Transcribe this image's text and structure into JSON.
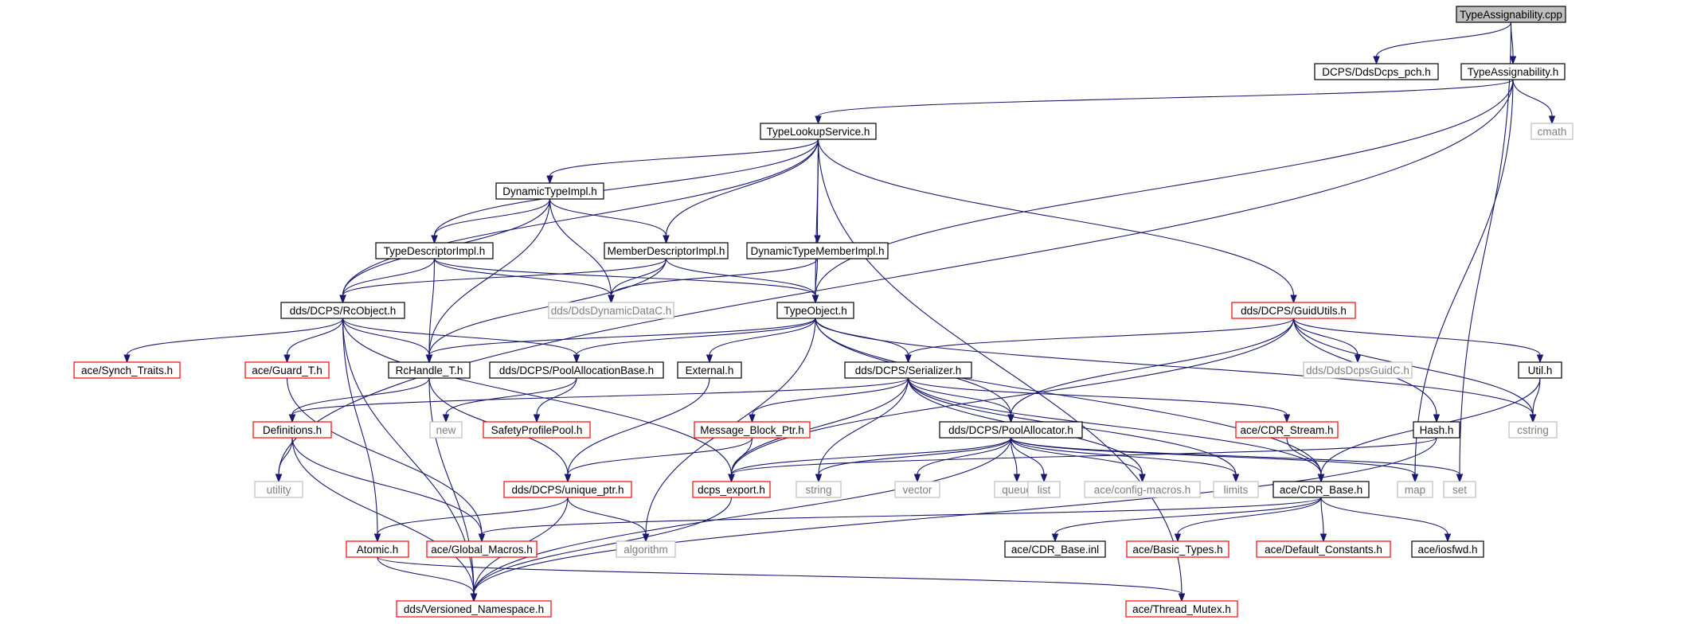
{
  "graph": {
    "title": "TypeAssignability.cpp",
    "colors": {
      "edge": "#191970",
      "root_fill": "#bfbfbf",
      "normal_border": "#000000",
      "truncated_border": "#ff0000",
      "external_border": "#bfbfbf",
      "external_text": "#7f7f7f"
    },
    "nodes": [
      {
        "id": "root",
        "label": "TypeAssignability.cpp",
        "kind": "root"
      },
      {
        "id": "ddsdcps_pch",
        "label": "DCPS/DdsDcps_pch.h",
        "kind": "normal"
      },
      {
        "id": "typeassign_h",
        "label": "TypeAssignability.h",
        "kind": "normal"
      },
      {
        "id": "typelookup",
        "label": "TypeLookupService.h",
        "kind": "normal"
      },
      {
        "id": "cmath",
        "label": "cmath",
        "kind": "external"
      },
      {
        "id": "dyntypeimpl",
        "label": "DynamicTypeImpl.h",
        "kind": "normal"
      },
      {
        "id": "typedescimpl",
        "label": "TypeDescriptorImpl.h",
        "kind": "normal"
      },
      {
        "id": "memberdescimpl",
        "label": "MemberDescriptorImpl.h",
        "kind": "normal"
      },
      {
        "id": "dyntypememberimpl",
        "label": "DynamicTypeMemberImpl.h",
        "kind": "normal"
      },
      {
        "id": "rcobject",
        "label": "dds/DCPS/RcObject.h",
        "kind": "normal"
      },
      {
        "id": "ddsdynamicdatac",
        "label": "dds/DdsDynamicDataC.h",
        "kind": "external"
      },
      {
        "id": "typeobject",
        "label": "TypeObject.h",
        "kind": "normal"
      },
      {
        "id": "guidutils",
        "label": "dds/DCPS/GuidUtils.h",
        "kind": "truncated"
      },
      {
        "id": "synchtraits",
        "label": "ace/Synch_Traits.h",
        "kind": "truncated"
      },
      {
        "id": "guardt",
        "label": "ace/Guard_T.h",
        "kind": "truncated"
      },
      {
        "id": "rchandle",
        "label": "RcHandle_T.h",
        "kind": "normal"
      },
      {
        "id": "poolallocbase",
        "label": "dds/DCPS/PoolAllocationBase.h",
        "kind": "normal"
      },
      {
        "id": "externalh",
        "label": "External.h",
        "kind": "normal"
      },
      {
        "id": "serializer",
        "label": "dds/DCPS/Serializer.h",
        "kind": "normal"
      },
      {
        "id": "ddsdcpsguidc",
        "label": "dds/DdsDcpsGuidC.h",
        "kind": "external"
      },
      {
        "id": "utilh",
        "label": "Util.h",
        "kind": "normal"
      },
      {
        "id": "definitions",
        "label": "Definitions.h",
        "kind": "truncated"
      },
      {
        "id": "newh",
        "label": "new",
        "kind": "external"
      },
      {
        "id": "safetyprofile",
        "label": "SafetyProfilePool.h",
        "kind": "truncated"
      },
      {
        "id": "msgblockptr",
        "label": "Message_Block_Ptr.h",
        "kind": "truncated"
      },
      {
        "id": "poolallocator",
        "label": "dds/DCPS/PoolAllocator.h",
        "kind": "normal"
      },
      {
        "id": "cdrstream",
        "label": "ace/CDR_Stream.h",
        "kind": "truncated"
      },
      {
        "id": "hashh",
        "label": "Hash.h",
        "kind": "normal"
      },
      {
        "id": "cstring",
        "label": "cstring",
        "kind": "external"
      },
      {
        "id": "utility",
        "label": "utility",
        "kind": "external"
      },
      {
        "id": "uniqueptr",
        "label": "dds/DCPS/unique_ptr.h",
        "kind": "truncated"
      },
      {
        "id": "dcpsexport",
        "label": "dcps_export.h",
        "kind": "truncated"
      },
      {
        "id": "stringh",
        "label": "string",
        "kind": "external"
      },
      {
        "id": "vectorh",
        "label": "vector",
        "kind": "external"
      },
      {
        "id": "queueh",
        "label": "queue",
        "kind": "external"
      },
      {
        "id": "listh",
        "label": "list",
        "kind": "external"
      },
      {
        "id": "configmacros",
        "label": "ace/config-macros.h",
        "kind": "external"
      },
      {
        "id": "limitsh",
        "label": "limits",
        "kind": "external"
      },
      {
        "id": "cdrbase",
        "label": "ace/CDR_Base.h",
        "kind": "normal"
      },
      {
        "id": "maph",
        "label": "map",
        "kind": "external"
      },
      {
        "id": "seth",
        "label": "set",
        "kind": "external"
      },
      {
        "id": "atomic",
        "label": "Atomic.h",
        "kind": "truncated"
      },
      {
        "id": "globalmacros",
        "label": "ace/Global_Macros.h",
        "kind": "truncated"
      },
      {
        "id": "algorithm",
        "label": "algorithm",
        "kind": "external"
      },
      {
        "id": "cdrbaseinl",
        "label": "ace/CDR_Base.inl",
        "kind": "normal"
      },
      {
        "id": "basictypes",
        "label": "ace/Basic_Types.h",
        "kind": "truncated"
      },
      {
        "id": "defconstants",
        "label": "ace/Default_Constants.h",
        "kind": "truncated"
      },
      {
        "id": "iosfwd",
        "label": "ace/iosfwd.h",
        "kind": "normal"
      },
      {
        "id": "versioned",
        "label": "dds/Versioned_Namespace.h",
        "kind": "truncated"
      },
      {
        "id": "threadmutex",
        "label": "ace/Thread_Mutex.h",
        "kind": "truncated"
      }
    ],
    "edges": [
      [
        "root",
        "ddsdcps_pch"
      ],
      [
        "root",
        "typeassign_h"
      ],
      [
        "root",
        "seth"
      ],
      [
        "typeassign_h",
        "typelookup"
      ],
      [
        "typeassign_h",
        "cmath"
      ],
      [
        "typeassign_h",
        "typeobject"
      ],
      [
        "typeassign_h",
        "maph"
      ],
      [
        "typeassign_h",
        "utility"
      ],
      [
        "typelookup",
        "dyntypeimpl"
      ],
      [
        "typelookup",
        "typedescimpl"
      ],
      [
        "typelookup",
        "memberdescimpl"
      ],
      [
        "typelookup",
        "dyntypememberimpl"
      ],
      [
        "typelookup",
        "rcobject"
      ],
      [
        "typelookup",
        "typeobject"
      ],
      [
        "typelookup",
        "guidutils"
      ],
      [
        "typelookup",
        "threadmutex"
      ],
      [
        "dyntypeimpl",
        "typedescimpl"
      ],
      [
        "dyntypeimpl",
        "memberdescimpl"
      ],
      [
        "dyntypeimpl",
        "rcobject"
      ],
      [
        "dyntypeimpl",
        "ddsdynamicdatac"
      ],
      [
        "dyntypeimpl",
        "rchandle"
      ],
      [
        "typedescimpl",
        "rcobject"
      ],
      [
        "typedescimpl",
        "ddsdynamicdatac"
      ],
      [
        "typedescimpl",
        "typeobject"
      ],
      [
        "typedescimpl",
        "rchandle"
      ],
      [
        "memberdescimpl",
        "rcobject"
      ],
      [
        "memberdescimpl",
        "ddsdynamicdatac"
      ],
      [
        "memberdescimpl",
        "typeobject"
      ],
      [
        "memberdescimpl",
        "rchandle"
      ],
      [
        "dyntypememberimpl",
        "ddsdynamicdatac"
      ],
      [
        "dyntypememberimpl",
        "typeobject"
      ],
      [
        "rcobject",
        "synchtraits"
      ],
      [
        "rcobject",
        "guardt"
      ],
      [
        "rcobject",
        "rchandle"
      ],
      [
        "rcobject",
        "poolallocbase"
      ],
      [
        "rcobject",
        "atomic"
      ],
      [
        "rcobject",
        "dcpsexport"
      ],
      [
        "rcobject",
        "versioned"
      ],
      [
        "typeobject",
        "rchandle"
      ],
      [
        "typeobject",
        "poolallocbase"
      ],
      [
        "typeobject",
        "externalh"
      ],
      [
        "typeobject",
        "serializer"
      ],
      [
        "typeobject",
        "poolallocator"
      ],
      [
        "typeobject",
        "algorithm"
      ],
      [
        "typeobject",
        "cdrbase"
      ],
      [
        "typeobject",
        "cstring"
      ],
      [
        "guidutils",
        "serializer"
      ],
      [
        "guidutils",
        "ddsdcpsguidc"
      ],
      [
        "guidutils",
        "utilh"
      ],
      [
        "guidutils",
        "hashh"
      ],
      [
        "guidutils",
        "poolallocator"
      ],
      [
        "guidutils",
        "dcpsexport"
      ],
      [
        "guidutils",
        "cstring"
      ],
      [
        "guardt",
        "globalmacros"
      ],
      [
        "rchandle",
        "definitions"
      ],
      [
        "rchandle",
        "uniqueptr"
      ],
      [
        "rchandle",
        "versioned"
      ],
      [
        "poolallocbase",
        "newh"
      ],
      [
        "poolallocbase",
        "safetyprofile"
      ],
      [
        "externalh",
        "uniqueptr"
      ],
      [
        "serializer",
        "definitions"
      ],
      [
        "serializer",
        "msgblockptr"
      ],
      [
        "serializer",
        "poolallocator"
      ],
      [
        "serializer",
        "cdrstream"
      ],
      [
        "serializer",
        "dcpsexport"
      ],
      [
        "serializer",
        "stringh"
      ],
      [
        "serializer",
        "configmacros"
      ],
      [
        "serializer",
        "limitsh"
      ],
      [
        "serializer",
        "cdrbase"
      ],
      [
        "utilh",
        "cstring"
      ],
      [
        "utilh",
        "cdrbase"
      ],
      [
        "definitions",
        "utility"
      ],
      [
        "definitions",
        "globalmacros"
      ],
      [
        "definitions",
        "versioned"
      ],
      [
        "msgblockptr",
        "uniqueptr"
      ],
      [
        "msgblockptr",
        "dcpsexport"
      ],
      [
        "poolallocator",
        "dcpsexport"
      ],
      [
        "poolallocator",
        "stringh"
      ],
      [
        "poolallocator",
        "vectorh"
      ],
      [
        "poolallocator",
        "queueh"
      ],
      [
        "poolallocator",
        "listh"
      ],
      [
        "poolallocator",
        "configmacros"
      ],
      [
        "poolallocator",
        "limitsh"
      ],
      [
        "poolallocator",
        "maph"
      ],
      [
        "poolallocator",
        "seth"
      ],
      [
        "poolallocator",
        "versioned"
      ],
      [
        "cdrstream",
        "cdrbase"
      ],
      [
        "hashh",
        "dcpsexport"
      ],
      [
        "hashh",
        "versioned"
      ],
      [
        "uniqueptr",
        "atomic"
      ],
      [
        "uniqueptr",
        "algorithm"
      ],
      [
        "uniqueptr",
        "versioned"
      ],
      [
        "dcpsexport",
        "versioned"
      ],
      [
        "cdrbase",
        "globalmacros"
      ],
      [
        "cdrbase",
        "cdrbaseinl"
      ],
      [
        "cdrbase",
        "basictypes"
      ],
      [
        "cdrbase",
        "defconstants"
      ],
      [
        "cdrbase",
        "iosfwd"
      ],
      [
        "atomic",
        "versioned"
      ],
      [
        "atomic",
        "threadmutex"
      ]
    ]
  }
}
